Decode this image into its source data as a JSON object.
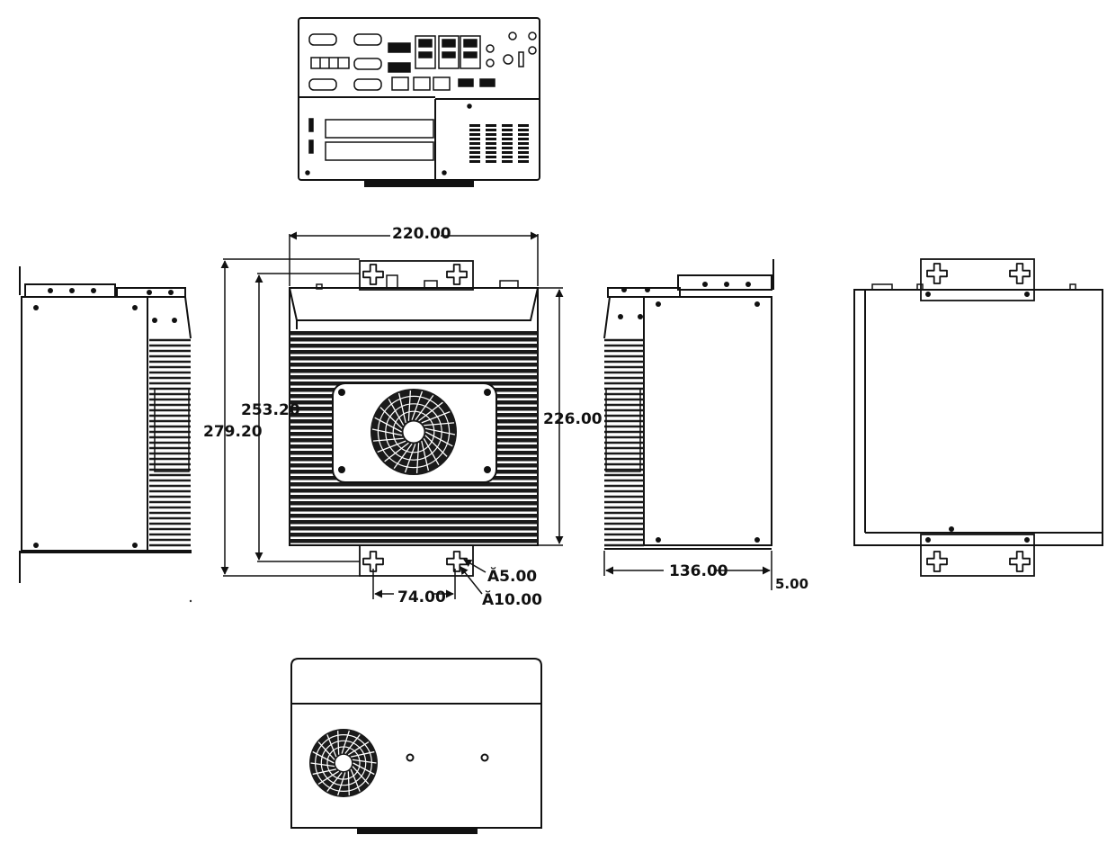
{
  "dimensions": {
    "width_top": "220.00",
    "height_inner": "253.20",
    "height_outer": "279.20",
    "height_body": "226.00",
    "depth": "136.00",
    "foot": "5.00",
    "hole_spacing": "74.00",
    "hole_small": "Ă5.00",
    "hole_large": "Ă10.00"
  },
  "colors": {
    "line": "#111111",
    "fin": "#1a1a1a",
    "paper": "#ffffff"
  }
}
